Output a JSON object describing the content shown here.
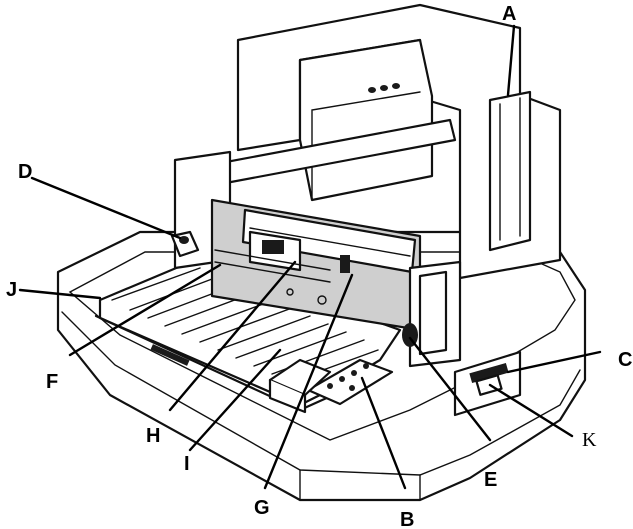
{
  "callouts": {
    "a": "A",
    "b": "B",
    "c": "C",
    "d": "D",
    "e": "E",
    "f": "F",
    "g": "G",
    "h": "H",
    "i": "I",
    "j": "J",
    "k": "K"
  }
}
